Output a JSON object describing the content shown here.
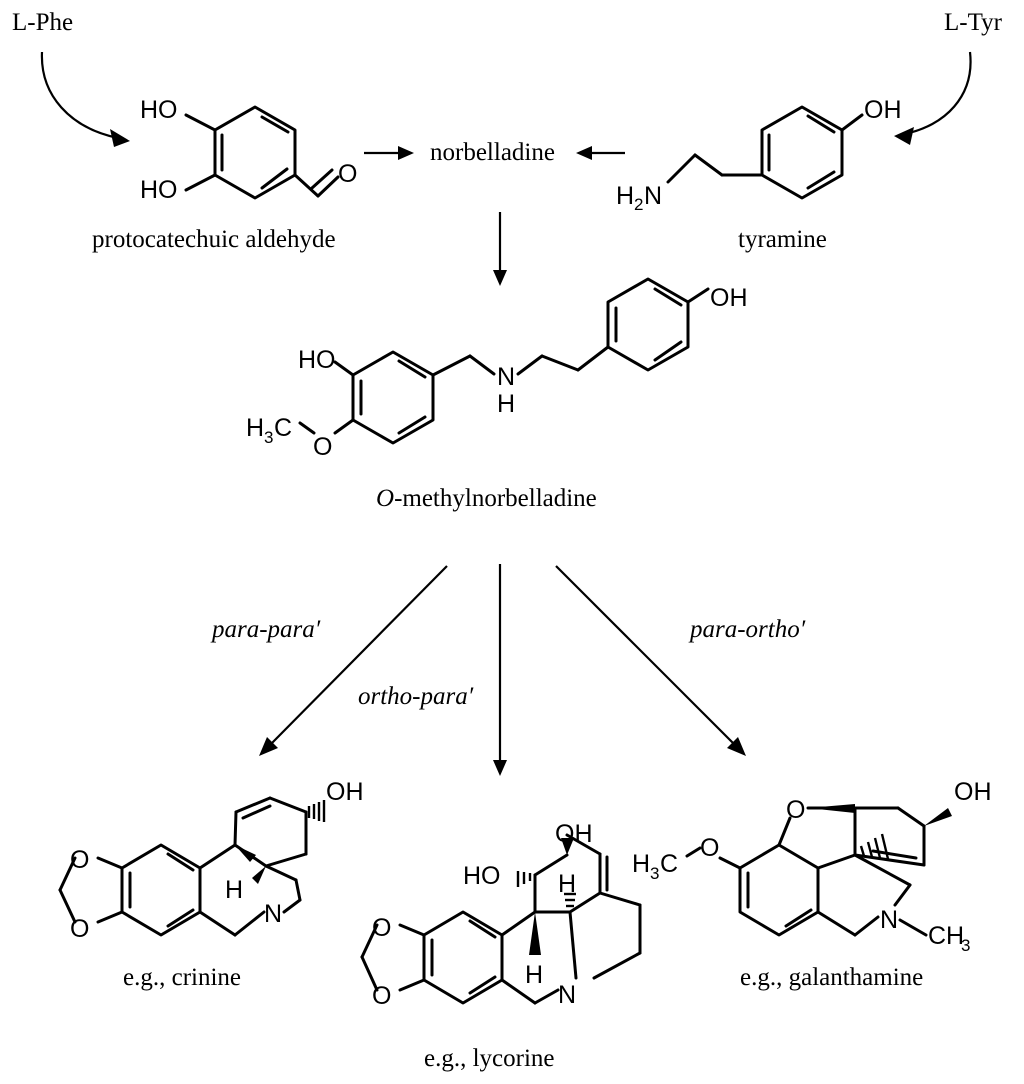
{
  "precursors": {
    "phe": "L-Phe",
    "tyr": "L-Tyr"
  },
  "compounds": {
    "protocatechuic": "protocatechuic aldehyde",
    "norbelladine": "norbelladine",
    "tyramine": "tyramine",
    "omethyl_prefix": "O",
    "omethyl_rest": "-methylnorbelladine",
    "crinine": "e.g., crinine",
    "lycorine": "e.g., lycorine",
    "galanthamine": "e.g., galanthamine"
  },
  "couplings": {
    "para_para": "para-para′",
    "ortho_para": "ortho-para′",
    "para_ortho": "para-ortho′"
  },
  "atoms": {
    "HO": "HO",
    "OH": "OH",
    "O": "O",
    "N": "N",
    "H": "H",
    "H2N_H": "H",
    "H2N_2": "2",
    "H2N_N": "N",
    "H3C_H": "H",
    "H3C_3": "3",
    "H3C_C": "C",
    "CH3_C": "CH",
    "CH3_3": "3"
  }
}
